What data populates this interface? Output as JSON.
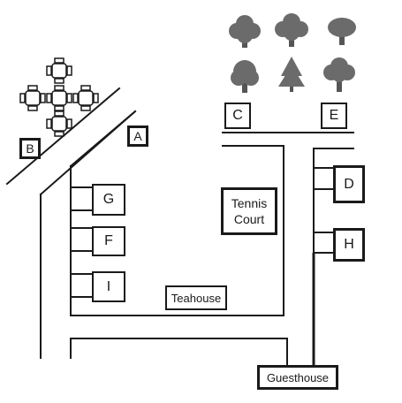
{
  "map": {
    "labels": {
      "a": "A",
      "b": "B",
      "c": "C",
      "d": "D",
      "e": "E",
      "g": "G",
      "f": "F",
      "h": "H",
      "i": "I"
    },
    "places": {
      "tennis_line1": "Tennis",
      "tennis_line2": "Court",
      "teahouse": "Teahouse",
      "guesthouse": "Guesthouse"
    },
    "icons": {
      "trees": [
        "tree-icon",
        "tree-icon",
        "tree-icon",
        "tree-icon",
        "pine-tree-icon",
        "tree-icon"
      ],
      "tables": [
        "table-chairs-icon",
        "table-chairs-icon",
        "table-chairs-icon",
        "table-chairs-icon",
        "table-chairs-icon"
      ]
    },
    "colors": {
      "lines": "#1a1a1a",
      "trees": "#6b6b6b"
    }
  }
}
